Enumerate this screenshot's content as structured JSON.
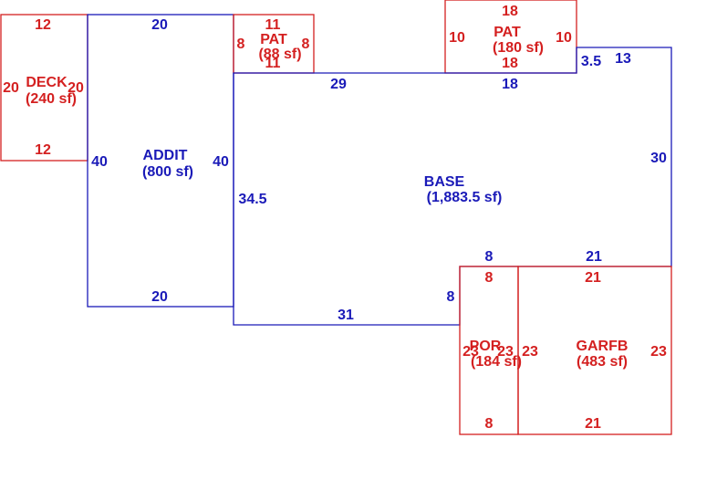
{
  "colors": {
    "main": "#1a1ab8",
    "exterior": "#d42020",
    "background": "#ffffff"
  },
  "areas": [
    {
      "id": "deck",
      "name": "DECK",
      "area": "(240 sf)",
      "dims": [
        "12",
        "20",
        "20",
        "12"
      ],
      "color": "red"
    },
    {
      "id": "addit",
      "name": "ADDIT",
      "area": "(800 sf)",
      "dims": [
        "20",
        "40",
        "40",
        "20"
      ],
      "color": "blue"
    },
    {
      "id": "pat1",
      "name": "PAT",
      "area": "(88 sf)",
      "dims": [
        "11",
        "8",
        "8",
        "11"
      ],
      "color": "red"
    },
    {
      "id": "pat2",
      "name": "PAT",
      "area": "(180 sf)",
      "dims": [
        "18",
        "10",
        "10",
        "18"
      ],
      "color": "red"
    },
    {
      "id": "base",
      "name": "BASE",
      "area": "(1,883.5 sf)",
      "dims": [
        "29",
        "18",
        "3.5",
        "13",
        "30",
        "34.5",
        "8",
        "21",
        "8",
        "31"
      ],
      "color": "blue"
    },
    {
      "id": "por",
      "name": "POR",
      "area": "(184 sf)",
      "dims": [
        "8",
        "23",
        "23",
        "8"
      ],
      "color": "red"
    },
    {
      "id": "garfb",
      "name": "GARFB",
      "area": "(483 sf)",
      "dims": [
        "21",
        "23",
        "21"
      ],
      "color": "red"
    }
  ]
}
